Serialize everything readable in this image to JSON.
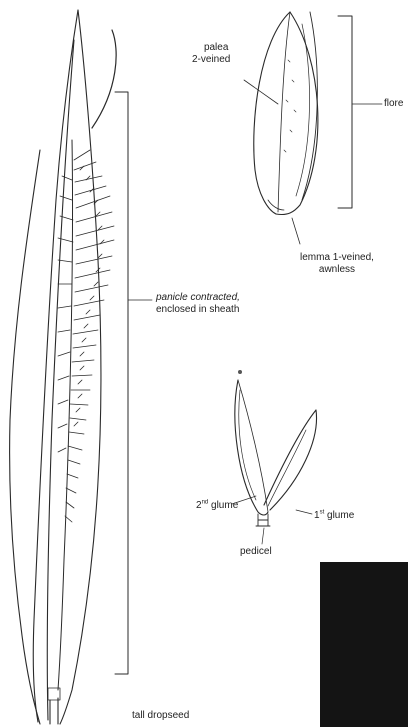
{
  "labels": {
    "palea_line1": "palea",
    "palea_line2": "2-veined",
    "floret": "flore",
    "lemma_line1": "lemma 1-veined,",
    "lemma_line2": "awnless",
    "panicle_line1": "panicle contracted,",
    "panicle_line2": "enclosed in sheath",
    "second_glume_num": "2",
    "second_glume_sup": "nd",
    "second_glume_word": " glume",
    "first_glume_num": "1",
    "first_glume_sup": "st",
    "first_glume_word": " glume",
    "pedicel": "pedicel",
    "caption": "tall dropseed"
  },
  "colors": {
    "ink": "#2a2a2a",
    "background": "#ffffff",
    "corner_block": "#141414"
  }
}
